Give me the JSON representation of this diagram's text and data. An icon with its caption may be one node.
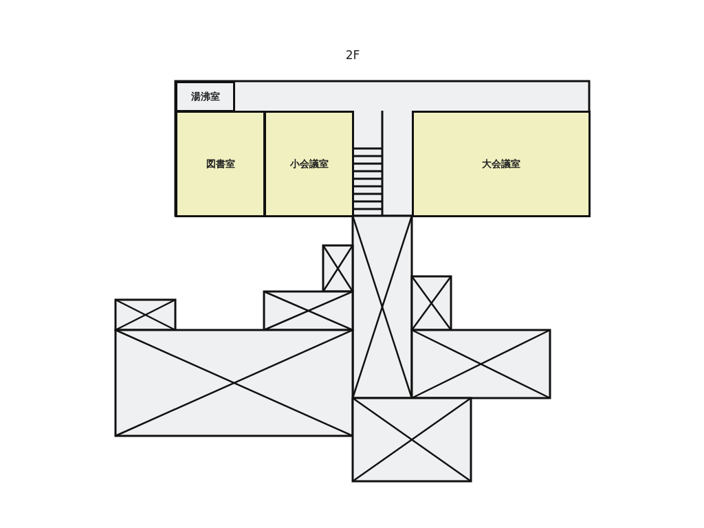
{
  "diagram": {
    "title": "2F",
    "nodes": [
      {
        "text": [
          "湯沸室"
        ]
      },
      {
        "text": [
          "図書室"
        ]
      },
      {
        "text": [
          "小会議室"
        ]
      },
      {
        "text": [
          "大会議室"
        ]
      }
    ]
  }
}
